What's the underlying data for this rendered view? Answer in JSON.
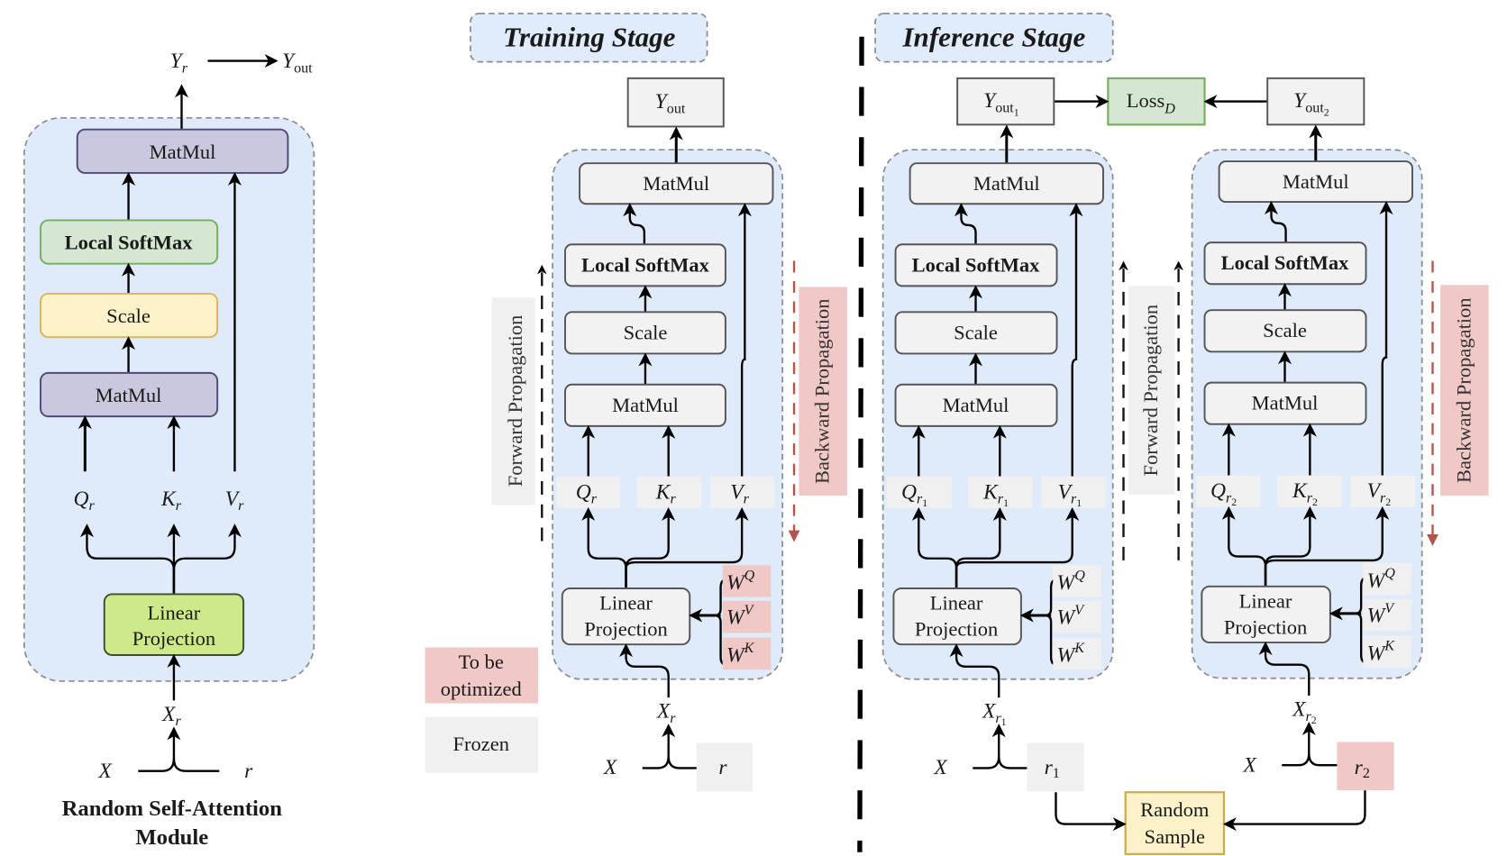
{
  "colors": {
    "module_bg": "#dfeafb",
    "frozen": "#f0f0f0",
    "to_be_optimized": "#f0c8c6",
    "backward_arrow": "#b5534d",
    "matmul_purple": "#cac8df",
    "softmax_green": "#d5e7d0",
    "scale_yellow": "#fdf1c7",
    "linear_lime": "#cde98a"
  },
  "left_module": {
    "caption_line1": "Random Self-Attention",
    "caption_line2": "Module",
    "output_var": "Y",
    "output_var_sub": "r",
    "final_output": "Y",
    "final_output_sub": "out",
    "matmul_top": "MatMul",
    "local_softmax": "Local SoftMax",
    "scale": "Scale",
    "matmul_bottom": "MatMul",
    "q": "Q",
    "q_sub": "r",
    "k": "K",
    "k_sub": "r",
    "v": "V",
    "v_sub": "r",
    "linear_line1": "Linear",
    "linear_line2": "Projection",
    "xr": "X",
    "xr_sub": "r",
    "x": "X",
    "r": "r"
  },
  "training": {
    "title": "Training Stage",
    "output": "Y",
    "output_sub": "out",
    "matmul_top": "MatMul",
    "local_softmax": "Local SoftMax",
    "scale": "Scale",
    "matmul_bottom": "MatMul",
    "q": "Q",
    "q_sub": "r",
    "k": "K",
    "k_sub": "r",
    "v": "V",
    "v_sub": "r",
    "linear_line1": "Linear",
    "linear_line2": "Projection",
    "wq": "W",
    "wq_sup": "Q",
    "wv": "W",
    "wv_sup": "V",
    "wk": "W",
    "wk_sup": "K",
    "xr": "X",
    "xr_sub": "r",
    "x": "X",
    "r": "r",
    "forward_label": "Forward Propagation",
    "backward_label": "Backward Propagation"
  },
  "legend": {
    "to_be_optimized_line1": "To be",
    "to_be_optimized_line2": "optimized",
    "frozen": "Frozen"
  },
  "inference": {
    "title": "Inference Stage",
    "loss": "Loss",
    "loss_sub": "D",
    "random_sample_line1": "Random",
    "random_sample_line2": "Sample",
    "forward_label": "Forward Propagation",
    "backward_label": "Backward Propagation",
    "branches": [
      {
        "output": "Y",
        "output_sub": "out",
        "output_subsub": "1",
        "matmul_top": "MatMul",
        "local_softmax": "Local SoftMax",
        "scale": "Scale",
        "matmul_bottom": "MatMul",
        "q": "Q",
        "k": "K",
        "v": "V",
        "qkv_sub": "r",
        "qkv_subsub": "1",
        "linear_line1": "Linear",
        "linear_line2": "Projection",
        "wq": "W",
        "wq_sup": "Q",
        "wv": "W",
        "wv_sup": "V",
        "wk": "W",
        "wk_sup": "K",
        "xr": "X",
        "xr_sub": "r",
        "xr_subsub": "1",
        "x": "X",
        "r": "r",
        "r_sub": "1"
      },
      {
        "output": "Y",
        "output_sub": "out",
        "output_subsub": "2",
        "matmul_top": "MatMul",
        "local_softmax": "Local SoftMax",
        "scale": "Scale",
        "matmul_bottom": "MatMul",
        "q": "Q",
        "k": "K",
        "v": "V",
        "qkv_sub": "r",
        "qkv_subsub": "2",
        "linear_line1": "Linear",
        "linear_line2": "Projection",
        "wq": "W",
        "wq_sup": "Q",
        "wv": "W",
        "wv_sup": "V",
        "wk": "W",
        "wk_sup": "K",
        "xr": "X",
        "xr_sub": "r",
        "xr_subsub": "2",
        "x": "X",
        "r": "r",
        "r_sub": "2"
      }
    ]
  }
}
